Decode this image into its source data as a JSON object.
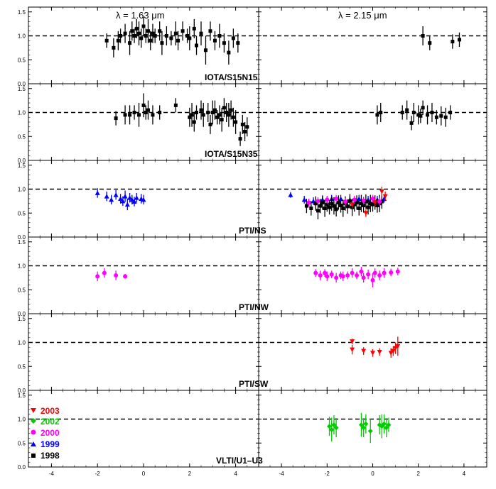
{
  "chart_data": {
    "type": "scatter",
    "title": "",
    "xlabel": "",
    "ylabel": "",
    "xlim_left": [
      -5,
      5
    ],
    "xlim_right": [
      -5,
      5
    ],
    "ylim": [
      0,
      1.6
    ],
    "grid": false,
    "reference_line": 1.0,
    "x_ticks_left": [
      "-4",
      "-2",
      "0",
      "2",
      "4"
    ],
    "x_ticks_right": [
      "-4",
      "-2",
      "0",
      "2",
      "4"
    ],
    "y_ticks": [
      "0.0",
      "0.5",
      "1.0",
      "1.5"
    ],
    "wavelength_labels": [
      "λ = 1.63 μm",
      "λ = 2.15 μm"
    ],
    "legend_position": "bottom-left of last panel",
    "legend": [
      {
        "name": "2003",
        "color": "#ff0000",
        "marker": "triangle-down"
      },
      {
        "name": "2002",
        "color": "#00cc00",
        "marker": "diamond"
      },
      {
        "name": "2000",
        "color": "#ff00ff",
        "marker": "circle"
      },
      {
        "name": "1999",
        "color": "#0000ff",
        "marker": "triangle-up"
      },
      {
        "name": "1998",
        "color": "#000000",
        "marker": "square"
      }
    ],
    "panels": [
      {
        "label": "IOTA/S15N15",
        "series": [
          {
            "name": "1998",
            "side": "left",
            "color": "#000000",
            "marker": "square",
            "x": [
              -1.6,
              -1.3,
              -1.1,
              -1.0,
              -0.8,
              -0.6,
              -0.5,
              -0.4,
              -0.3,
              -0.2,
              -0.1,
              0.0,
              0.1,
              0.2,
              0.3,
              0.4,
              0.5,
              0.7,
              0.8,
              1.0,
              1.2,
              1.4,
              1.5,
              1.7,
              1.9,
              2.0,
              2.2,
              2.3,
              2.5,
              2.7,
              2.9,
              3.1,
              3.3,
              3.5,
              3.7,
              3.9,
              4.1
            ],
            "y": [
              0.9,
              0.75,
              0.9,
              1.0,
              1.05,
              0.85,
              1.1,
              1.0,
              1.15,
              1.05,
              0.95,
              1.2,
              1.0,
              1.1,
              0.9,
              1.05,
              1.0,
              1.1,
              0.85,
              1.0,
              0.95,
              1.05,
              0.9,
              1.1,
              1.0,
              0.95,
              1.15,
              0.8,
              1.05,
              0.7,
              1.1,
              0.9,
              1.0,
              0.85,
              0.65,
              0.95,
              0.85
            ],
            "err": [
              0.15,
              0.2,
              0.2,
              0.15,
              0.2,
              0.25,
              0.2,
              0.15,
              0.2,
              0.25,
              0.2,
              0.2,
              0.15,
              0.25,
              0.2,
              0.2,
              0.15,
              0.2,
              0.25,
              0.2,
              0.15,
              0.25,
              0.2,
              0.2,
              0.15,
              0.25,
              0.2,
              0.2,
              0.25,
              0.3,
              0.2,
              0.2,
              0.25,
              0.2,
              0.25,
              0.2,
              0.2
            ]
          },
          {
            "name": "1998",
            "side": "right",
            "color": "#000000",
            "marker": "square",
            "x": [
              2.2,
              2.5,
              3.5,
              3.8
            ],
            "y": [
              1.0,
              0.85,
              0.88,
              0.92
            ],
            "err": [
              0.2,
              0.15,
              0.15,
              0.15
            ]
          }
        ]
      },
      {
        "label": "IOTA/S15N35",
        "series": [
          {
            "name": "1998",
            "side": "left",
            "color": "#000000",
            "marker": "square",
            "x": [
              -1.2,
              -0.8,
              -0.6,
              -0.4,
              -0.2,
              0.0,
              0.1,
              0.2,
              0.4,
              0.7,
              1.4,
              2.0,
              2.1,
              2.2,
              2.3,
              2.5,
              2.6,
              2.8,
              2.9,
              3.0,
              3.1,
              3.2,
              3.3,
              3.4,
              3.5,
              3.6,
              3.7,
              3.8,
              3.9,
              4.0,
              4.2,
              4.3,
              4.4,
              4.5
            ],
            "y": [
              0.88,
              0.95,
              0.95,
              1.0,
              0.95,
              1.15,
              1.0,
              1.05,
              0.95,
              1.0,
              1.15,
              0.9,
              0.95,
              0.8,
              1.0,
              1.05,
              0.95,
              1.0,
              0.75,
              1.0,
              1.05,
              0.9,
              0.95,
              0.85,
              1.1,
              1.0,
              0.95,
              1.05,
              0.9,
              0.8,
              0.45,
              0.75,
              0.6,
              0.7
            ],
            "err": [
              0.15,
              0.2,
              0.2,
              0.15,
              0.25,
              0.25,
              0.15,
              0.2,
              0.2,
              0.15,
              0.15,
              0.2,
              0.25,
              0.2,
              0.15,
              0.2,
              0.25,
              0.2,
              0.2,
              0.25,
              0.2,
              0.15,
              0.2,
              0.25,
              0.2,
              0.2,
              0.25,
              0.2,
              0.2,
              0.25,
              0.15,
              0.2,
              0.2,
              0.2
            ]
          },
          {
            "name": "1998",
            "side": "right",
            "color": "#000000",
            "marker": "square",
            "x": [
              0.2,
              0.35,
              1.3,
              1.5,
              1.7,
              1.8,
              2.0,
              2.1,
              2.2,
              2.4,
              2.6,
              2.8,
              3.0,
              3.2,
              3.4
            ],
            "y": [
              0.95,
              1.0,
              1.0,
              1.05,
              0.78,
              1.0,
              0.95,
              0.93,
              1.1,
              0.95,
              1.0,
              0.9,
              0.93,
              0.9,
              1.0
            ],
            "err": [
              0.2,
              0.2,
              0.15,
              0.2,
              0.15,
              0.2,
              0.2,
              0.15,
              0.15,
              0.2,
              0.2,
              0.15,
              0.2,
              0.2,
              0.15
            ]
          }
        ]
      },
      {
        "label": "PTI/NS",
        "series": [
          {
            "name": "1999",
            "side": "left",
            "color": "#0000ff",
            "marker": "triangle-up",
            "x": [
              -2.0,
              -1.6,
              -1.4,
              -1.2,
              -1.0,
              -0.9,
              -0.8,
              -0.7,
              -0.6,
              -0.5,
              -0.4,
              -0.3,
              -0.1,
              0.0
            ],
            "y": [
              0.92,
              0.85,
              0.78,
              0.88,
              0.8,
              0.75,
              0.85,
              0.68,
              0.82,
              0.78,
              0.74,
              0.82,
              0.8,
              0.78
            ],
            "err": [
              0.1,
              0.1,
              0.1,
              0.1,
              0.1,
              0.1,
              0.12,
              0.12,
              0.1,
              0.1,
              0.1,
              0.1,
              0.1,
              0.1
            ]
          },
          {
            "name": "1999",
            "side": "right",
            "color": "#0000ff",
            "marker": "triangle-up",
            "x": [
              -3.6,
              -3.0,
              -2.6,
              -2.2,
              -1.8,
              -1.4,
              -1.0,
              -0.6,
              -0.2,
              0.2,
              0.5
            ],
            "y": [
              0.88,
              0.78,
              0.75,
              0.78,
              0.8,
              0.8,
              0.78,
              0.8,
              0.78,
              0.78,
              0.8
            ],
            "err": [
              0.06,
              0.08,
              0.08,
              0.08,
              0.08,
              0.08,
              0.08,
              0.08,
              0.08,
              0.08,
              0.08
            ]
          },
          {
            "name": "1998",
            "side": "right",
            "color": "#000000",
            "marker": "square",
            "x": [
              -2.9,
              -2.7,
              -2.5,
              -2.4,
              -2.3,
              -2.2,
              -2.1,
              -2.0,
              -1.9,
              -1.8,
              -1.7,
              -1.6,
              -1.5,
              -1.4,
              -1.3,
              -1.2,
              -1.1,
              -1.0,
              -0.9,
              -0.8,
              -0.7,
              -0.6,
              -0.5,
              -0.4,
              -0.3,
              -0.2,
              -0.1,
              0.0,
              0.1,
              0.2,
              0.3,
              0.4
            ],
            "y": [
              0.65,
              0.6,
              0.7,
              0.55,
              0.65,
              0.72,
              0.6,
              0.68,
              0.62,
              0.7,
              0.65,
              0.58,
              0.72,
              0.66,
              0.6,
              0.7,
              0.64,
              0.75,
              0.62,
              0.68,
              0.72,
              0.6,
              0.7,
              0.66,
              0.74,
              0.62,
              0.7,
              0.68,
              0.72,
              0.66,
              0.7,
              0.74
            ],
            "err": [
              0.15,
              0.15,
              0.15,
              0.18,
              0.15,
              0.15,
              0.18,
              0.15,
              0.15,
              0.15,
              0.18,
              0.15,
              0.15,
              0.15,
              0.18,
              0.15,
              0.15,
              0.15,
              0.18,
              0.15,
              0.15,
              0.15,
              0.18,
              0.15,
              0.15,
              0.15,
              0.18,
              0.15,
              0.15,
              0.15,
              0.18,
              0.15
            ]
          },
          {
            "name": "2000",
            "side": "right",
            "color": "#ff00ff",
            "marker": "circle",
            "x": [
              -2.8,
              -2.4,
              -2.0,
              -1.6,
              -1.2,
              -0.8,
              -0.4,
              0.0,
              0.3
            ],
            "y": [
              0.72,
              0.75,
              0.78,
              0.8,
              0.74,
              0.78,
              0.76,
              0.8,
              0.74
            ],
            "err": [
              0.08,
              0.08,
              0.08,
              0.08,
              0.08,
              0.08,
              0.08,
              0.08,
              0.08
            ]
          },
          {
            "name": "2003",
            "side": "right",
            "color": "#ff0000",
            "marker": "triangle-down",
            "x": [
              -0.9,
              -0.3,
              0.1,
              0.4,
              0.55
            ],
            "y": [
              0.68,
              0.5,
              0.72,
              0.95,
              0.85
            ],
            "err": [
              0.08,
              0.08,
              0.08,
              0.1,
              0.1
            ]
          }
        ]
      },
      {
        "label": "PTI/NW",
        "series": [
          {
            "name": "2000",
            "side": "left",
            "color": "#ff00ff",
            "marker": "circle",
            "x": [
              -2.0,
              -1.7,
              -1.2,
              -0.8
            ],
            "y": [
              0.78,
              0.85,
              0.8,
              0.78
            ],
            "err": [
              0.1,
              0.1,
              0.1,
              0.05
            ]
          },
          {
            "name": "2000",
            "side": "right",
            "color": "#ff00ff",
            "marker": "circle",
            "x": [
              -2.5,
              -2.3,
              -2.1,
              -2.0,
              -1.8,
              -1.6,
              -1.4,
              -1.3,
              -1.1,
              -0.9,
              -0.7,
              -0.5,
              -0.4,
              -0.2,
              0.0,
              0.1,
              0.3,
              0.5,
              0.8,
              1.1
            ],
            "y": [
              0.85,
              0.8,
              0.85,
              0.78,
              0.82,
              0.75,
              0.8,
              0.78,
              0.8,
              0.85,
              0.8,
              0.88,
              0.75,
              0.82,
              0.7,
              0.85,
              0.8,
              0.85,
              0.86,
              0.88
            ],
            "err": [
              0.08,
              0.1,
              0.08,
              0.1,
              0.08,
              0.1,
              0.08,
              0.1,
              0.08,
              0.1,
              0.08,
              0.1,
              0.1,
              0.1,
              0.15,
              0.1,
              0.1,
              0.1,
              0.08,
              0.08
            ]
          }
        ]
      },
      {
        "label": "PTI/SW",
        "series": [
          {
            "name": "2003",
            "side": "right",
            "color": "#ff0000",
            "marker": "triangle-down",
            "x": [
              -0.9,
              -0.9,
              -0.4,
              0.0,
              0.3,
              0.8,
              0.9,
              1.0,
              1.1
            ],
            "y": [
              1.02,
              0.85,
              0.82,
              0.78,
              0.8,
              0.78,
              0.82,
              0.88,
              0.92
            ],
            "err": [
              0.06,
              0.1,
              0.08,
              0.08,
              0.08,
              0.1,
              0.1,
              0.12,
              0.2
            ]
          }
        ]
      },
      {
        "label": "VLTI/U1–U3",
        "series": [
          {
            "name": "2002",
            "side": "right",
            "color": "#00cc00",
            "marker": "diamond",
            "x": [
              -1.9,
              -1.8,
              -1.7,
              -1.6,
              -0.5,
              -0.4,
              -0.3,
              -0.1,
              0.3,
              0.4,
              0.5,
              0.6,
              0.7
            ],
            "y": [
              0.85,
              0.78,
              0.88,
              0.82,
              0.88,
              0.82,
              0.9,
              0.75,
              0.88,
              0.85,
              0.9,
              0.82,
              0.88
            ],
            "err": [
              0.2,
              0.25,
              0.2,
              0.2,
              0.25,
              0.2,
              0.2,
              0.25,
              0.2,
              0.25,
              0.2,
              0.2,
              0.15
            ]
          }
        ]
      }
    ]
  }
}
